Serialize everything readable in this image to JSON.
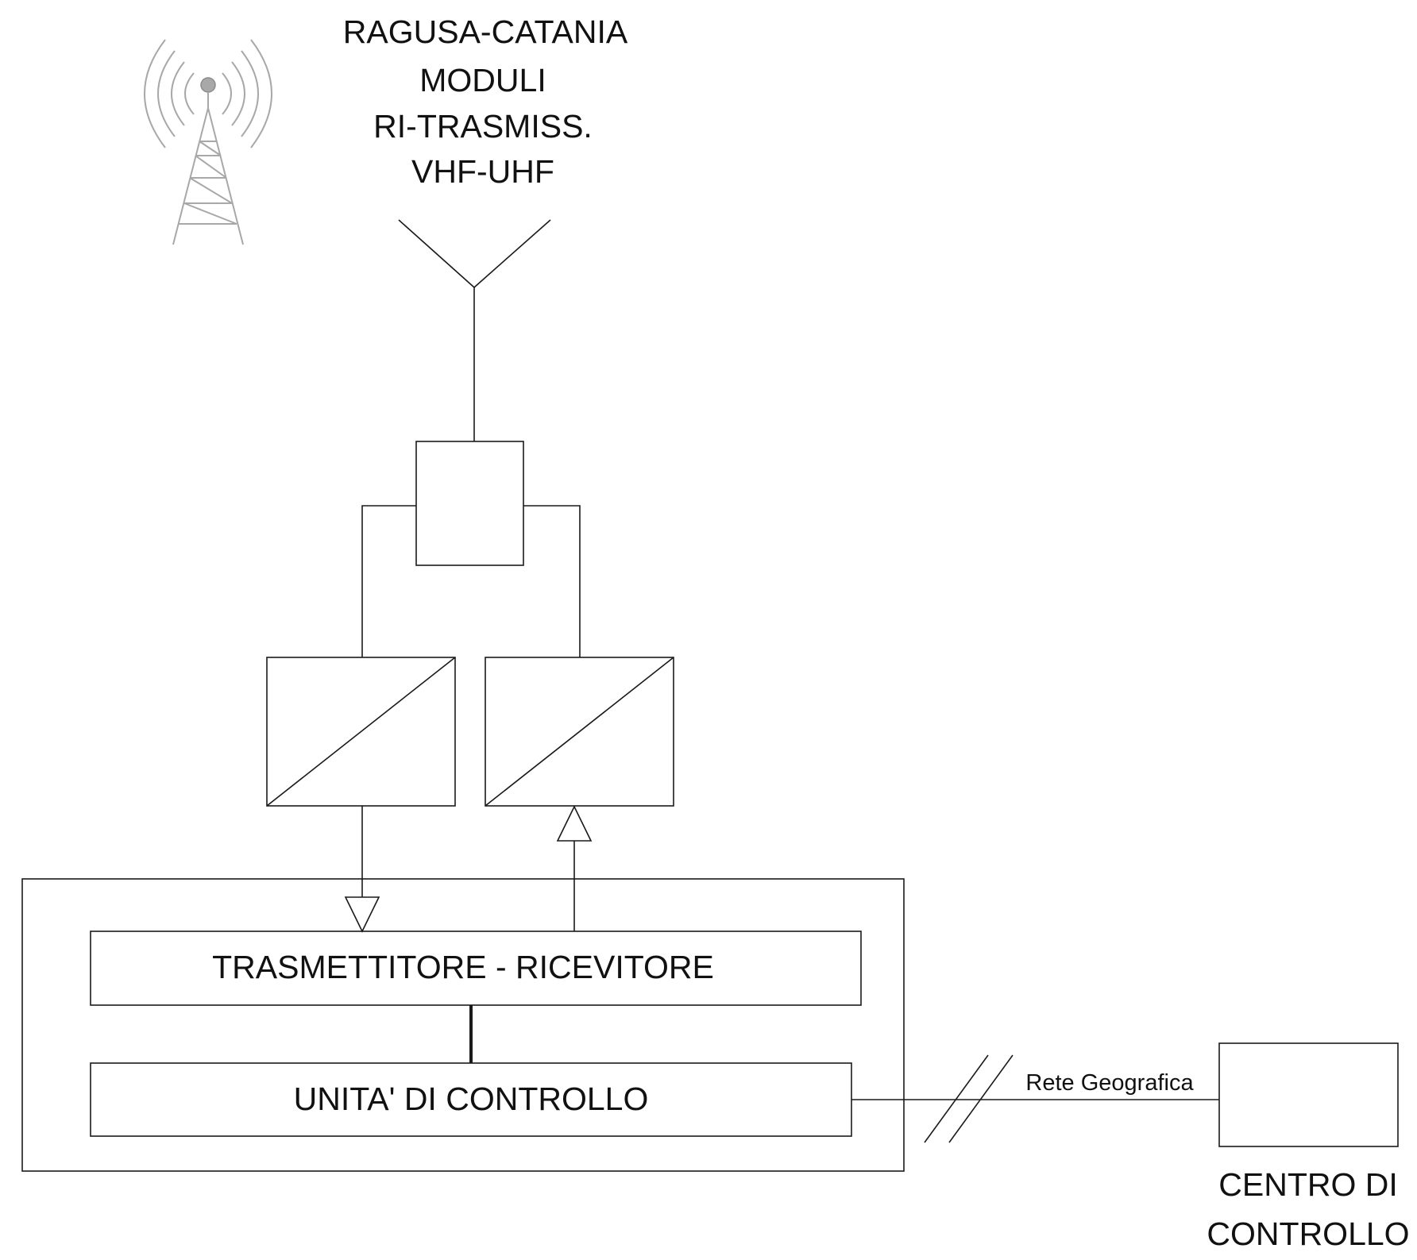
{
  "title_block": {
    "line1": "RAGUSA-CATANIA",
    "line2": "MODULI",
    "line3": "RI-TRASMISS.",
    "line4": "VHF-UHF"
  },
  "blocks": {
    "transceiver_label": "TRASMETTITORE - RICEVITORE",
    "control_unit_label": "UNITA' DI CONTROLLO"
  },
  "network": {
    "label": "Rete Geografica"
  },
  "control_center": {
    "line1": "CENTRO DI",
    "line2": "CONTROLLO"
  },
  "icons": {
    "tower": "radio-tower-icon",
    "antenna": "antenna-icon"
  }
}
